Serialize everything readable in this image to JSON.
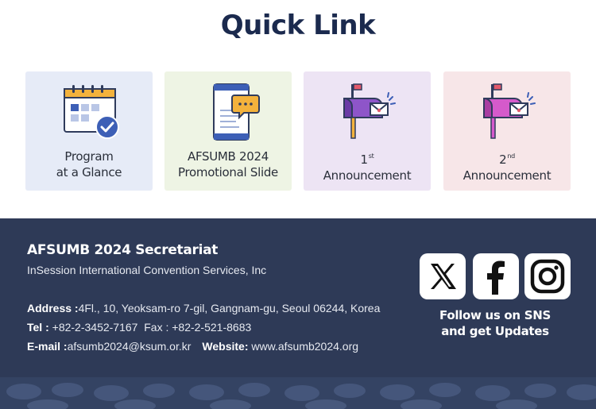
{
  "header": {
    "title": "Quick Link"
  },
  "quick_links": [
    {
      "line1": "Program",
      "line2": "at a Glance",
      "icon": "calendar-check-icon"
    },
    {
      "line1": "AFSUMB 2024",
      "line2": "Promotional Slide",
      "icon": "tablet-chat-icon"
    },
    {
      "num": "1",
      "sup": "st",
      "line2": "Announcement",
      "icon": "mailbox-icon"
    },
    {
      "num": "2",
      "sup": "nd",
      "line2": "Announcement",
      "icon": "mailbox-icon"
    }
  ],
  "footer": {
    "secretariat": "AFSUMB 2024 Secretariat",
    "company": "InSession International Convention Services, Inc",
    "address_label": "Address :",
    "address": "4Fl., 10, Yeoksam-ro 7-gil, Gangnam-gu, Seoul 06244, Korea",
    "tel_label": "Tel :",
    "tel": " +82-2-3452-7167",
    "fax": "  Fax : +82-2-521-8683",
    "email_label": "E-mail :",
    "email": "afsumb2024@ksum.or.kr",
    "website_label": "Website:",
    "website": " www.afsumb2024.org",
    "sns_line1": "Follow us on SNS",
    "sns_line2": "and get Updates"
  },
  "sns": [
    {
      "icon": "x-twitter-icon"
    },
    {
      "icon": "facebook-icon"
    },
    {
      "icon": "instagram-icon"
    }
  ],
  "colors": {
    "title": "#1b2a4e",
    "footer_bg": "#2e3a57",
    "accent_blue": "#3d5fb6",
    "accent_purple": "#8e55c9",
    "accent_pink": "#d55acb"
  }
}
